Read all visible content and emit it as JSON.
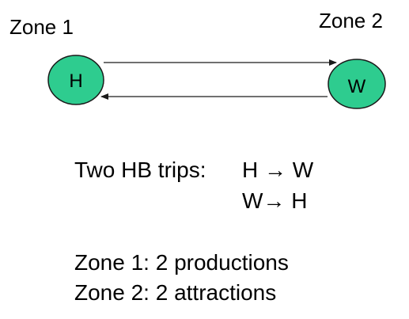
{
  "zones": [
    {
      "label": "Zone 1",
      "node": "H"
    },
    {
      "label": "Zone 2",
      "node": "W"
    }
  ],
  "colors": {
    "node_fill": "#2ecc8f",
    "node_stroke": "#1a1a1a",
    "arrow": "#1a1a1a"
  },
  "trips": {
    "label": "Two HB trips:",
    "items": [
      "H → W",
      "W→ H"
    ]
  },
  "summary": [
    "Zone 1:  2 productions",
    "Zone 2:  2 attractions"
  ]
}
